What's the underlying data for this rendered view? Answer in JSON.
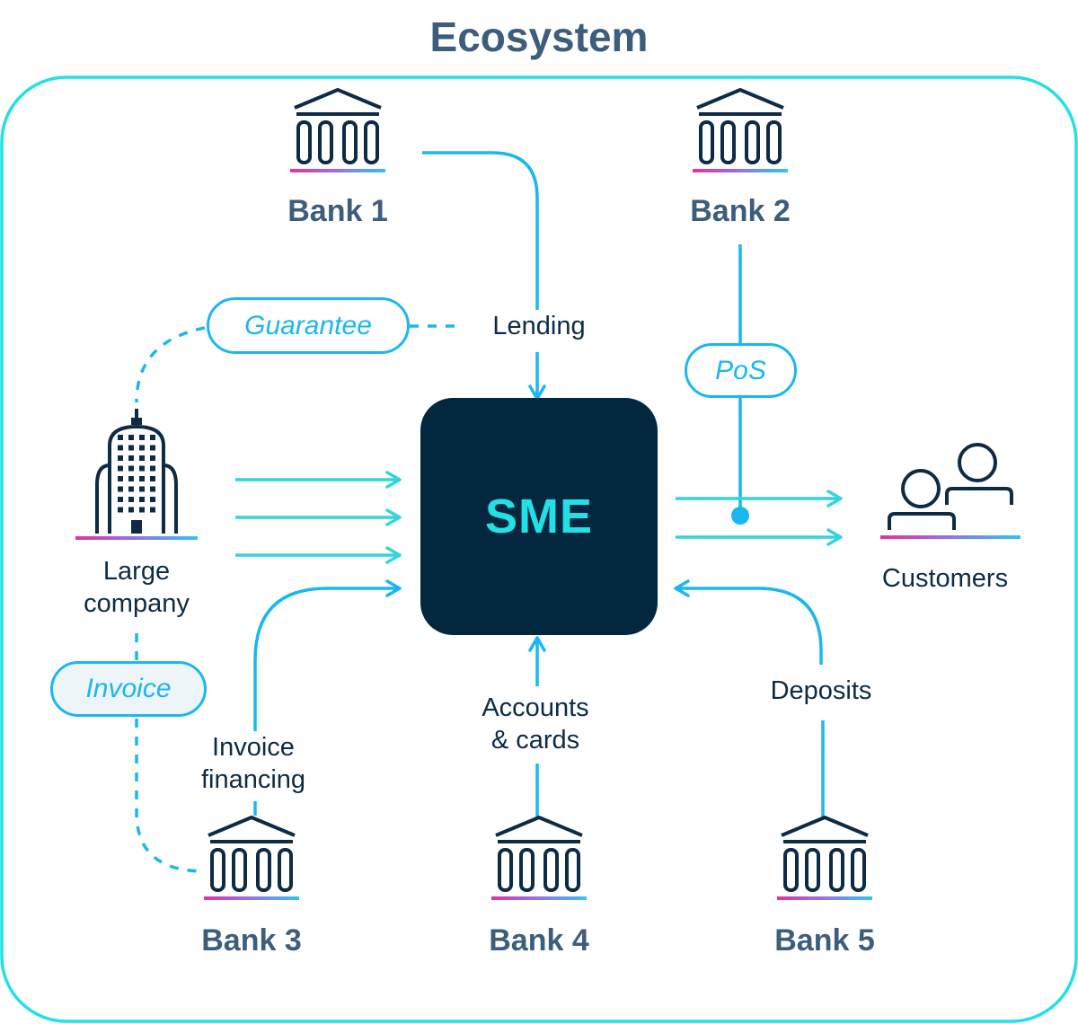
{
  "title": "Ecosystem",
  "center": {
    "label": "SME"
  },
  "banks": {
    "bank1": "Bank 1",
    "bank2": "Bank 2",
    "bank3": "Bank 3",
    "bank4": "Bank 4",
    "bank5": "Bank 5"
  },
  "entities": {
    "large_company": [
      "Large",
      "company"
    ],
    "customers": "Customers"
  },
  "flows": {
    "lending": "Lending",
    "accounts_cards": [
      "Accounts",
      "& cards"
    ],
    "deposits": "Deposits",
    "invoice_financing": [
      "Invoice",
      "financing"
    ]
  },
  "tags": {
    "guarantee": "Guarantee",
    "pos": "PoS",
    "invoice": "Invoice"
  },
  "colors": {
    "frame": "#22e0e6",
    "arrow_blue": "#19b8ef",
    "arrow_teal": "#33d4dc",
    "center_bg": "#03273f",
    "center_text": "#22e0e6",
    "title_text": "#3d5d7d",
    "body_text": "#0e2b45",
    "icon_stroke": "#0e2b45",
    "gradient": [
      "#e0339e",
      "#9a6ee0",
      "#33c4ef"
    ]
  },
  "icons": {
    "bank": "bank-building-icon",
    "company": "office-tower-icon",
    "customers": "people-icon"
  }
}
